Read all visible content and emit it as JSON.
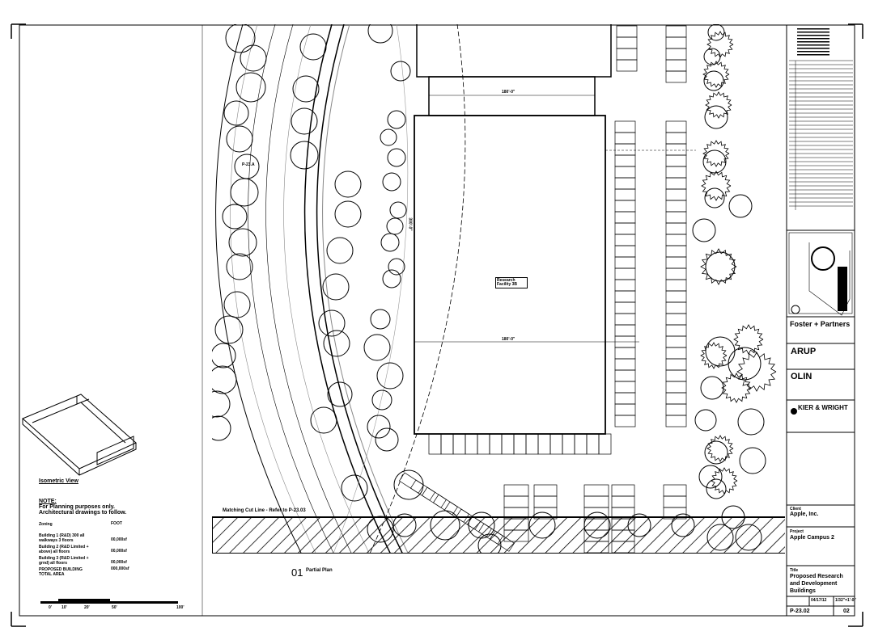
{
  "left_panel": {
    "iso_title": "Isometric View",
    "note_title": "NOTE:",
    "note_lines": [
      "For Planning purposes only.",
      "Architectural drawings to follow."
    ],
    "table": [
      {
        "label": "Zoning",
        "value": "FOOT"
      },
      {
        "label": "Building 1 (R&D) 300 all walkways 3 floors",
        "value": "00,000sf"
      },
      {
        "label": "Building 2 (R&D Limited + above) all floors",
        "value": "00,000sf"
      },
      {
        "label": "Building 3 (R&D Limited + grnd) all floors",
        "value": "00,000sf"
      },
      {
        "label": "PROPOSED BUILDING TOTAL AREA",
        "value": "000,000sf"
      }
    ],
    "scale_ticks": [
      "0'",
      "10'",
      "20'",
      "50'",
      "100'"
    ]
  },
  "plan": {
    "matchline": "Matching Cut Line - Refer to P-23.03",
    "view_number": "01",
    "view_title": "Partial Plan",
    "grid_ref": "P-23.A",
    "building_label": "Research Facility 3B",
    "dims": [
      "180'-0\"",
      "180'-0\"",
      "300'-0\""
    ]
  },
  "title_block": {
    "firm": "Foster + Partners",
    "engineer": "ARUP",
    "landscape": "OLIN",
    "civil": "KIER & WRIGHT",
    "client_label": "Client",
    "client": "Apple, Inc.",
    "project_label": "Project",
    "project": "Apple Campus 2",
    "title_label": "Title",
    "title": "Proposed Research and Development Buildings",
    "date": "04/17/12",
    "scale": "1/32\"=1'-0\"",
    "sheet": "P-23.02",
    "rev": "02"
  }
}
